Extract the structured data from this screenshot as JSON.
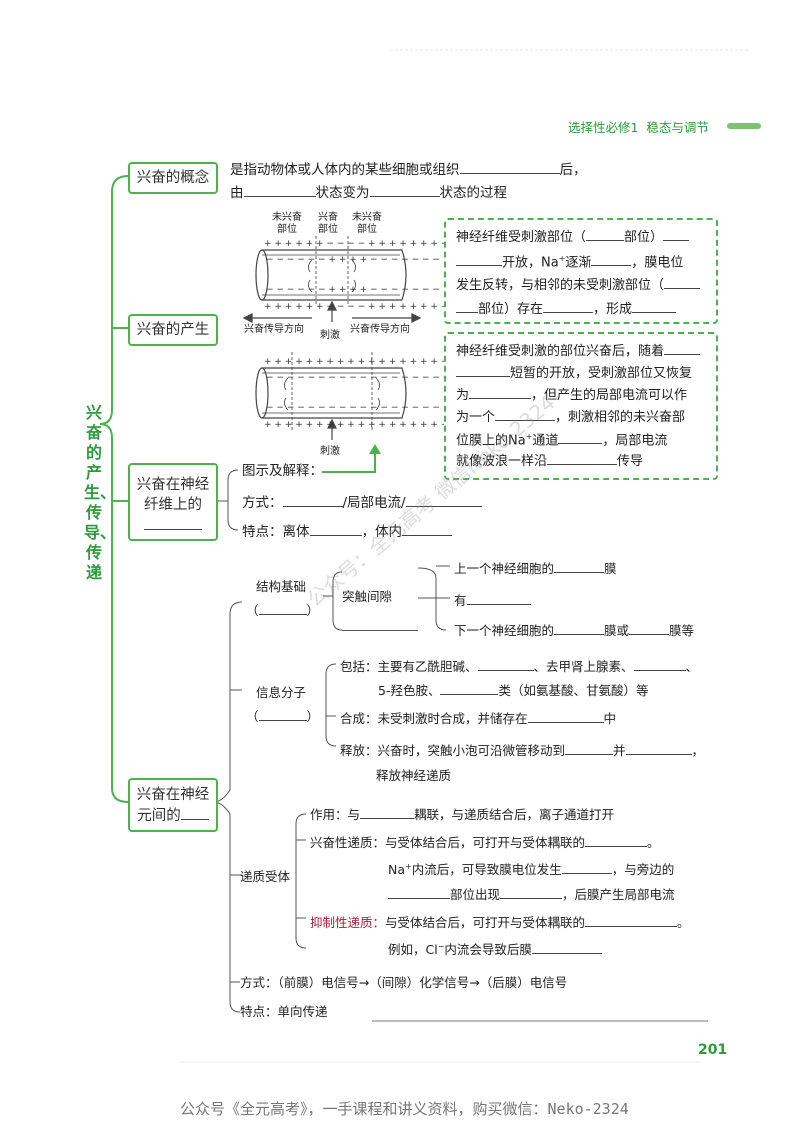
{
  "header": {
    "book": "选择性必修1",
    "chapter": "稳态与调节"
  },
  "vertical_title": "兴奋的产生、传导、传递",
  "nodes": {
    "concept": "兴奋的概念",
    "produce": "兴奋的产生",
    "fiber_line1": "兴奋在神经",
    "fiber_line2": "纤维上的",
    "neuron_line1": "兴奋在神经",
    "neuron_line2": "元间的"
  },
  "concept": {
    "line1_a": "是指动物体或人体内的某些细胞或组织",
    "line1_b": "后，",
    "line2_a": "由",
    "line2_b": "状态变为",
    "line2_c": "状态的过程"
  },
  "diagram1": {
    "label_left": "未兴奋\n部位",
    "label_mid": "兴奋\n部位",
    "label_right": "未兴奋\n部位",
    "arrow_left": "兴奋传导方向",
    "stimulus": "刺激",
    "arrow_right": "兴奋传导方向"
  },
  "diagram2": {
    "stimulus": "刺激"
  },
  "box1": {
    "l1_a": "神经纤维受刺激部位（",
    "l1_b": "部位）",
    "l2_a": "开放，Na",
    "l2_sup": "+",
    "l2_b": "逐渐",
    "l2_c": "，膜电位",
    "l3_a": "发生反转，与相邻的未受刺激部位（",
    "l4_a": "部位）存在",
    "l4_b": "，形成"
  },
  "box2": {
    "l1_a": "神经纤维受刺激的部位兴奋后，随着",
    "l2_a": "短暂的开放，受刺激部位又恢复",
    "l3_a": "为",
    "l3_b": "，但产生的局部电流可以作",
    "l4_a": "为一个",
    "l4_b": "，刺激相邻的未兴奋部",
    "l5_a": "位膜上的Na",
    "l5_sup": "+",
    "l5_b": "通道",
    "l5_c": "，局部电流",
    "l6_a": "就像波浪一样沿",
    "l6_b": "传导"
  },
  "fiber": {
    "explain": "图示及解释：",
    "method_a": "方式：",
    "method_b": "/局部电流/",
    "feature_a": "特点：离体",
    "feature_b": "，体内"
  },
  "synapse": {
    "struct_label": "结构基础",
    "gap": "突触间隙",
    "pre": "上一个神经细胞的",
    "pre_b": "膜",
    "has": "有",
    "post": "下一个神经细胞的",
    "post_b": "膜或",
    "post_c": "膜等",
    "signal_label": "信息分子",
    "include_a": "包括：主要有乙酰胆碱、",
    "include_b": "、去甲肾上腺素、",
    "include_c": "、",
    "include2_a": "5-羟色胺、",
    "include2_b": "类（如氨基酸、甘氨酸）等",
    "synth_a": "合成：未受刺激时合成，并储存在",
    "synth_b": "中",
    "release_a": "释放：兴奋时，突触小泡可沿微管移动到",
    "release_b": "并",
    "release_c": "，",
    "release2": "释放神经递质",
    "paren_open": "（",
    "paren_close": "）",
    "receptor_label": "递质受体",
    "func_a": "作用：与",
    "func_b": "耦联，与递质结合后，离子通道打开",
    "exc_label": "兴奋性递质：",
    "exc_a": "与受体结合后，可打开与受体耦联的",
    "exc_b": "。",
    "na_a": "Na",
    "na_sup": "+",
    "na_b": "内流后，可导致膜电位发生",
    "na_c": "，与旁边的",
    "part_a": "部位出现",
    "part_b": "，后膜产生局部电流",
    "inh_label": "抑制性递质：",
    "inh_a": "与受体结合后，可打开与受体耦联的",
    "inh_b": "。",
    "eg_a": "例如，Cl",
    "eg_sup": "−",
    "eg_b": "内流会导致后膜",
    "mode": "方式：（前膜）电信号→（间隙）化学信号→（后膜）电信号",
    "trait": "特点：单向传递"
  },
  "page_number": "201",
  "footer": "公众号《全元高考》，一手课程和讲义资料，购买微信：Neko-2324",
  "watermark": "公众号：全元高考  微信Neko-2324",
  "colors": {
    "accent": "#4cb24e",
    "title": "#2e9a3c",
    "inhibit": "#a3203c"
  }
}
